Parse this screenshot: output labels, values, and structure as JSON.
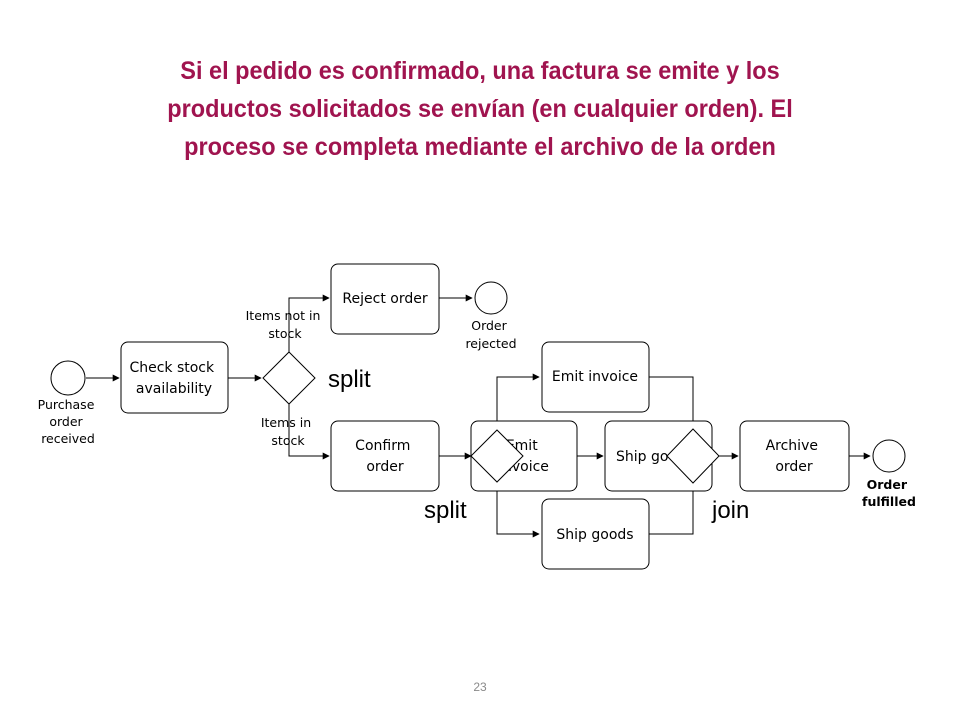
{
  "title": {
    "lines": [
      "Si el pedido es confirmado, una factura se emite y los",
      "productos solicitados se envían (en cualquier orden). El",
      "proceso se completa mediante el archivo de la orden"
    ],
    "color": "#a0144f"
  },
  "diagram": {
    "events": {
      "start": [
        "Purchase",
        "order",
        "received"
      ],
      "rejected": [
        "Order",
        "rejected"
      ],
      "fulfilled": [
        "Order",
        "fulfilled"
      ]
    },
    "tasks": {
      "check_stock": [
        "Check stock",
        "availability"
      ],
      "reject_order": [
        "Reject order"
      ],
      "confirm_order": [
        "Confirm",
        "order"
      ],
      "emit_invoice_hidden": [
        "Emit",
        "invoice"
      ],
      "ship_goods_hidden": [
        "Ship goods"
      ],
      "emit_invoice": [
        "Emit invoice"
      ],
      "ship_goods": [
        "Ship goods"
      ],
      "archive_order": [
        "Archive",
        "order"
      ]
    },
    "flow_labels": {
      "not_in_stock": [
        "Items not in",
        "stock"
      ],
      "in_stock": [
        "Items in",
        "stock"
      ]
    },
    "annotations": {
      "split_1": "split",
      "split_2": "split",
      "join": "join"
    }
  },
  "page_number": "23"
}
